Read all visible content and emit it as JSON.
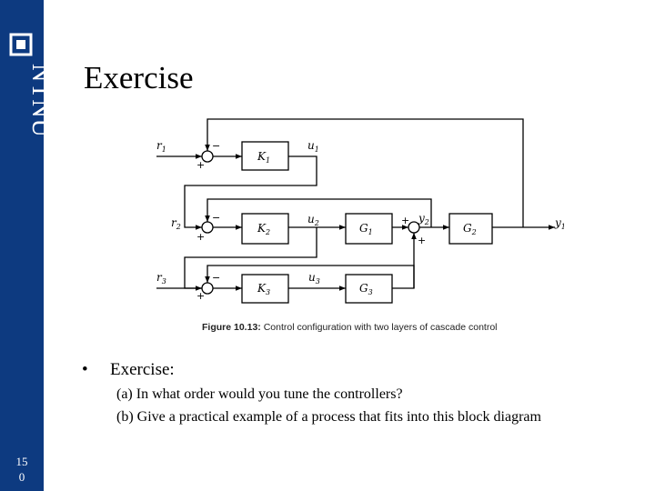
{
  "sidebar": {
    "logo_text": "NTNU",
    "page_number_line1": "15",
    "page_number_line2": "0"
  },
  "title": "Exercise",
  "diagram": {
    "r1": "r",
    "r1_sub": "1",
    "r2": "r",
    "r2_sub": "2",
    "r3": "r",
    "r3_sub": "3",
    "u1": "u",
    "u1_sub": "1",
    "u2": "u",
    "u2_sub": "2",
    "u3": "u",
    "u3_sub": "3",
    "y2": "y",
    "y2_sub": "2",
    "y1": "y",
    "y1_sub": "1",
    "K1": "K",
    "K1_sub": "1",
    "K2": "K",
    "K2_sub": "2",
    "K3": "K",
    "K3_sub": "3",
    "G1": "G",
    "G1_sub": "1",
    "G2": "G",
    "G2_sub": "2",
    "G3": "G",
    "G3_sub": "3",
    "minus": "−",
    "plus": "+",
    "caption_bold": "Figure 10.13:",
    "caption_text": " Control configuration with two layers of cascade control"
  },
  "body": {
    "bullet_char": "•",
    "bullet_text": "Exercise:",
    "qa_label": "(a) ",
    "qa_text": "In what order would you tune the controllers?",
    "qb_label": "(b) ",
    "qb_text": "Give a practical example of a process that fits into this block diagram"
  },
  "colors": {
    "sidebar": "#0d3a80",
    "text": "#000000"
  }
}
